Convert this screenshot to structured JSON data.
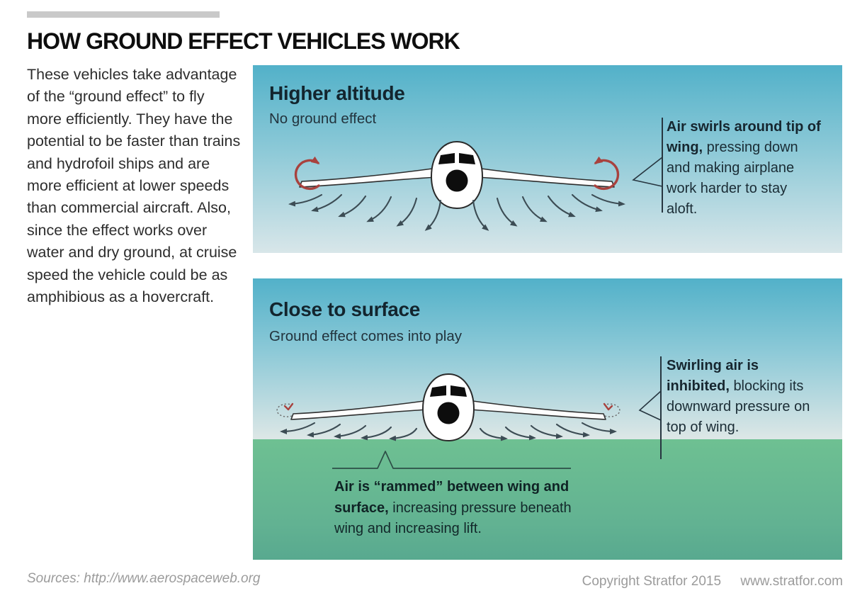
{
  "title": "HOW GROUND EFFECT VEHICLES WORK",
  "intro": "These vehicles take advantage of the “ground effect” to fly more efficiently. They have the potential to be faster than trains and hydrofoil ships and are more efficient at lower speeds than commercial aircraft. Also, since the effect works over water and dry ground, at cruise speed the vehicle could be as amphibious as a hovercraft.",
  "panels": [
    {
      "heading": "Higher altitude",
      "subheading": "No ground effect",
      "annotation_bold": "Air swirls around tip of wing, ",
      "annotation_rest": "pressing down and making airplane work harder to stay aloft."
    },
    {
      "heading": "Close to surface",
      "subheading": "Ground effect comes into play",
      "annotation_bold": "Swirling air is inhibited, ",
      "annotation_rest": "blocking its downward pressure on top of wing.",
      "ground_annotation_bold": "Air is “rammed” between wing and surface, ",
      "ground_annotation_rest": "increasing pressure beneath wing and increasing lift."
    }
  ],
  "footer": {
    "sources": "Sources: http://www.aerospaceweb.org",
    "copyright": "Copyright Stratfor 2015",
    "website": "www.stratfor.com"
  },
  "colors": {
    "sky_top": "#52b1c9",
    "sky_bottom": "#d8e6e9",
    "ground_top": "#6ec092",
    "ground_bottom": "#58a98f",
    "vortex_red": "#a8423e",
    "arrow_dark": "#3c4c54",
    "accent_bar": "#c9c9c9"
  }
}
